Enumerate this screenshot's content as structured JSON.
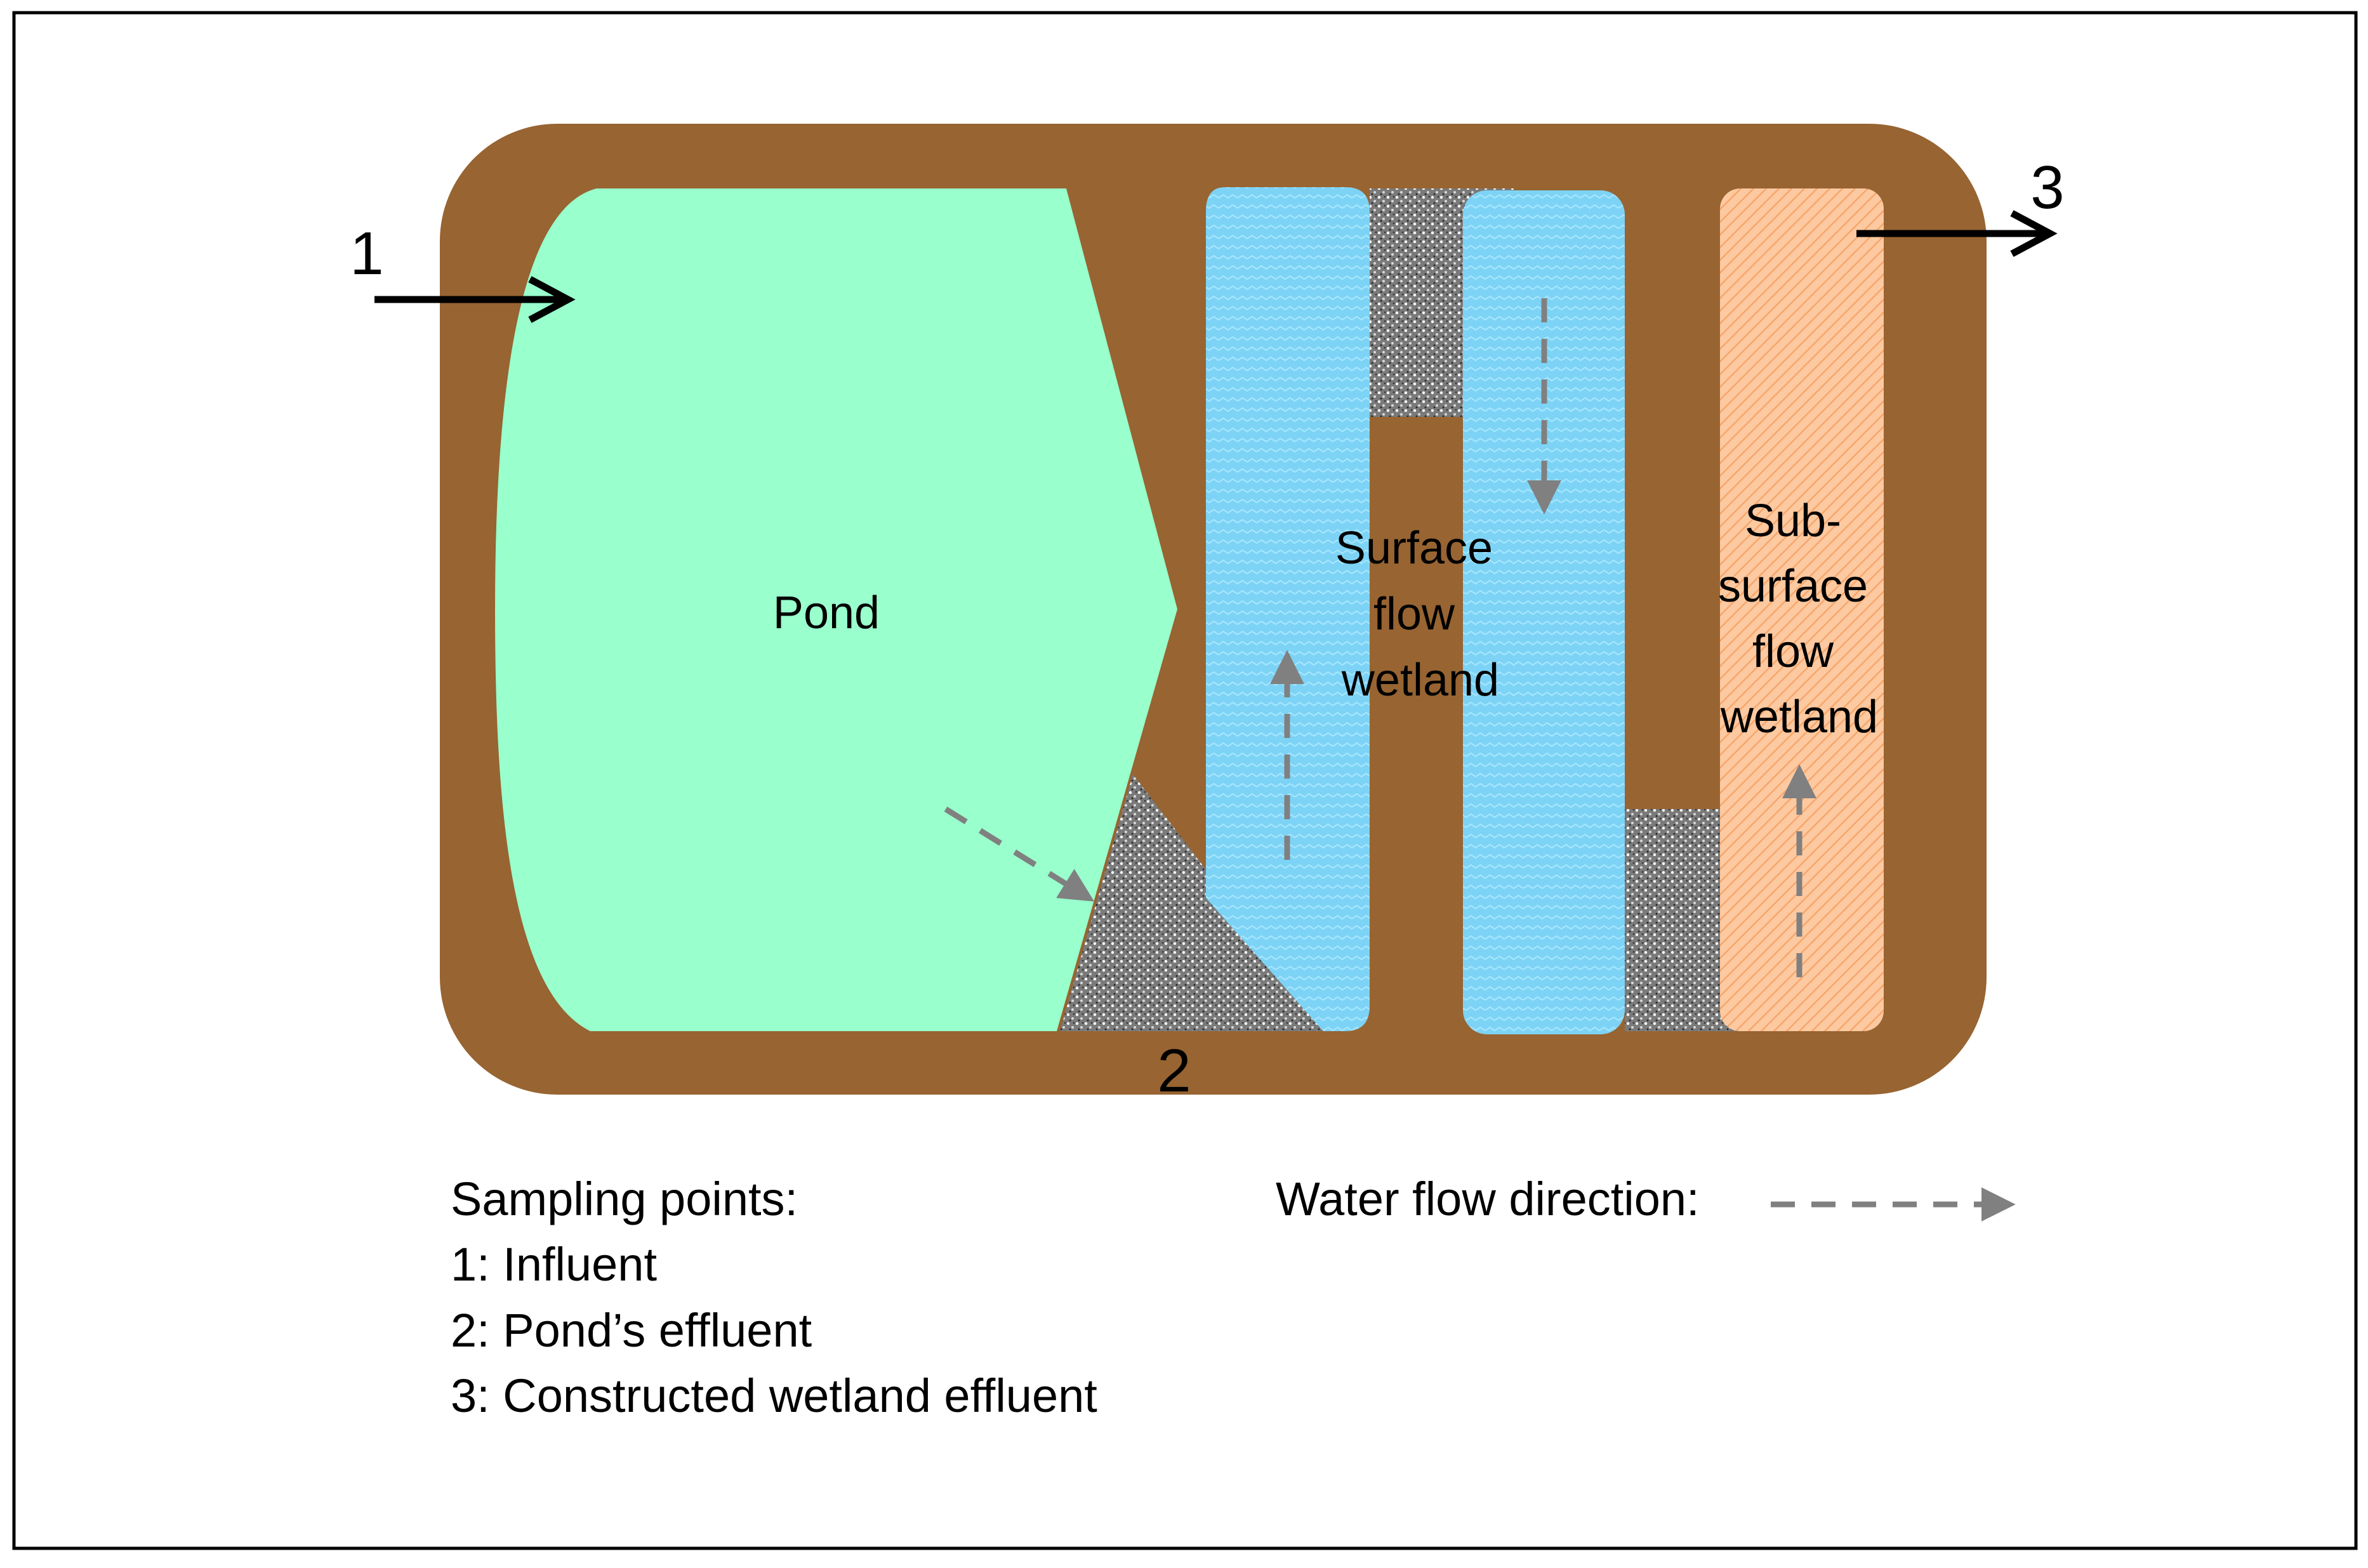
{
  "zones": {
    "pond": {
      "label": "Pond",
      "color": "#99FFCC"
    },
    "surface_wetland": {
      "label_lines": [
        "Surface",
        "flow",
        "wetland"
      ],
      "color": "#7DD3F5"
    },
    "subsurface_wetland": {
      "label_lines": [
        "Sub-",
        "surface",
        "flow",
        "wetland"
      ],
      "color": "#FCC9A1"
    },
    "embankment": {
      "color": "#976432"
    },
    "gravel": {
      "color": "#8A8A8A"
    }
  },
  "sampling_markers": [
    "1",
    "2",
    "3"
  ],
  "legend": {
    "sampling_title": "Sampling points:",
    "sampling_items": [
      "1: Influent",
      "2: Pond’s effluent",
      "3: Constructed wetland effluent"
    ],
    "flow_label": "Water flow direction:"
  },
  "colors": {
    "flow_arrow": "#808080",
    "sampling_arrow": "#000000",
    "frame": "#000000"
  }
}
